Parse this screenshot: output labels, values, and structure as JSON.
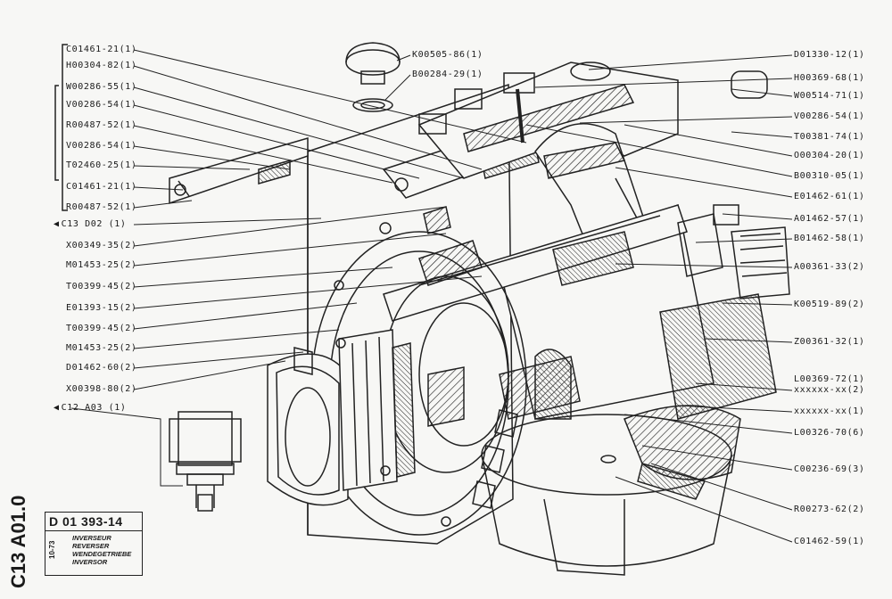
{
  "left_labels": [
    "C01461-21(1)",
    "H00304-82(1)",
    "W00286-55(1)",
    "V00286-54(1)",
    "R00487-52(1)",
    "V00286-54(1)",
    "T02460-25(1)",
    "C01461-21(1)",
    "R00487-52(1)"
  ],
  "left_callout_top": "C13 D02 (1)",
  "left_labels_lower": [
    "X00349-35(2)",
    "M01453-25(2)",
    "T00399-45(2)",
    "E01393-15(2)",
    "T00399-45(2)",
    "M01453-25(2)",
    "D01462-60(2)",
    "X00398-80(2)"
  ],
  "left_callout_bottom": "C12 A03 (1)",
  "top_labels": [
    "K00505-86(1)",
    "B00284-29(1)"
  ],
  "right_labels": [
    "D01330-12(1)",
    "H00369-68(1)",
    "W00514-71(1)",
    "V00286-54(1)",
    "T00381-74(1)",
    "O00304-20(1)",
    "B00310-05(1)",
    "E01462-61(1)",
    "A01462-57(1)",
    "B01462-58(1)",
    "A00361-33(2)",
    "K00519-89(2)",
    "Z00361-32(1)",
    "L00369-72(1)",
    "xxxxxx-xx(2)",
    "xxxxxx-xx(1)",
    "L00326-70(6)",
    "C00236-69(3)",
    "R00273-62(2)",
    "C01462-59(1)"
  ],
  "side_code": "C13 A01.0",
  "title_block": {
    "number": "D 01 393-14",
    "date": "10-73",
    "names": [
      "INVERSEUR",
      "REVERSER",
      "WENDEGETRIEBE",
      "INVERSOR"
    ]
  },
  "colors": {
    "ink": "#1a1a1a",
    "paper": "#f7f7f5"
  }
}
